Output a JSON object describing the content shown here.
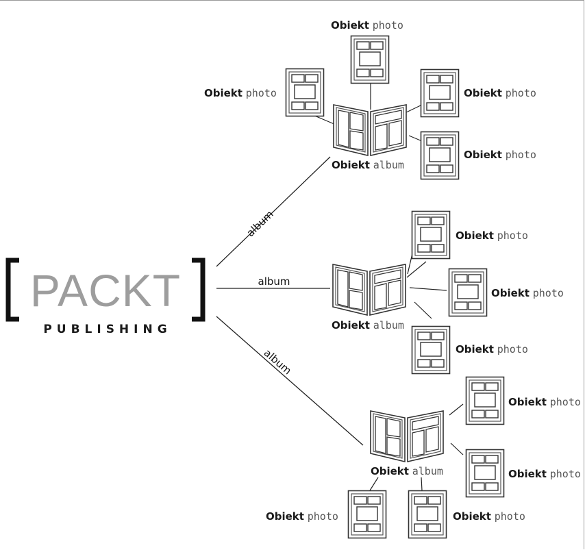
{
  "logo": {
    "bracket_left": "[",
    "bracket_right": "]",
    "name": "PACKT",
    "subtitle": "PUBLISHING",
    "colors": {
      "name": "#9d9d9d",
      "brackets": "#111111",
      "subtitle": "#1a1a1a"
    }
  },
  "edges": {
    "album_label": "album"
  },
  "labels": {
    "obiekt": "Obiekt",
    "photo": "photo",
    "album": "album"
  }
}
